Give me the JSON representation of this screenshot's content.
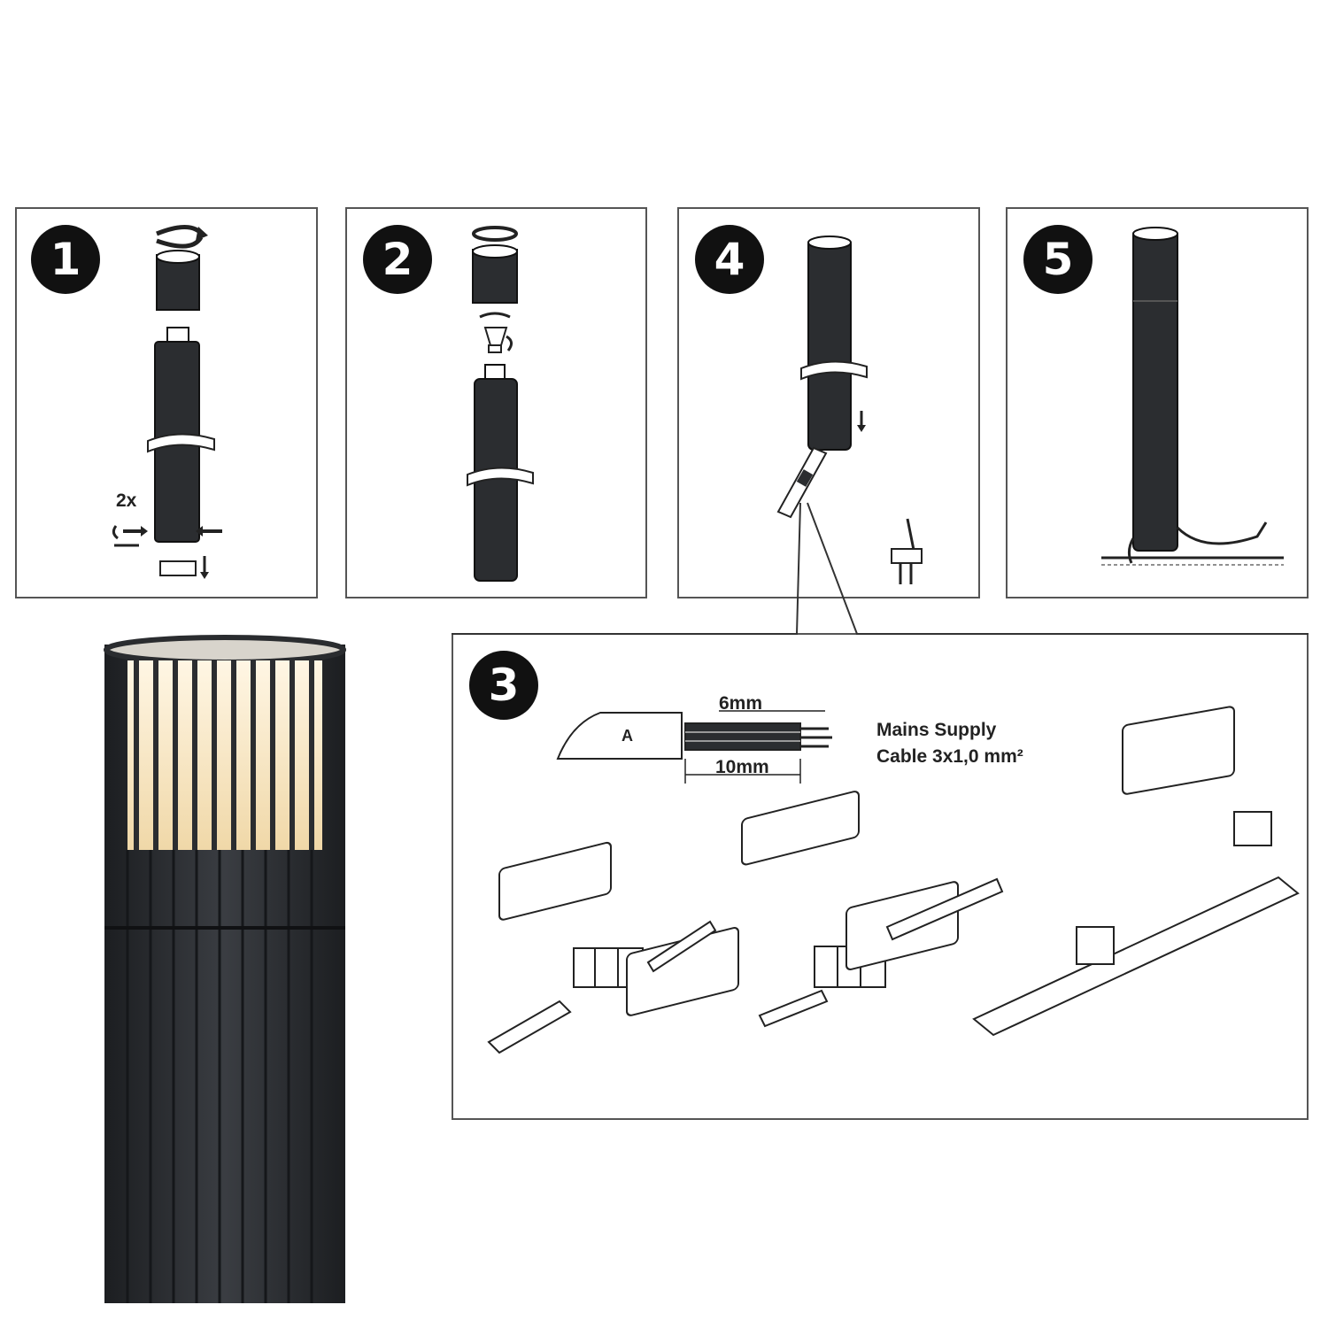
{
  "steps": {
    "s1": "1",
    "s2": "2",
    "s3": "3",
    "s4": "4",
    "s5": "5"
  },
  "step1": {
    "count_label": "2x"
  },
  "step3": {
    "strip_length_1": "6mm",
    "strip_length_2": "10mm",
    "blade_label": "A",
    "mains_line1": "Mains Supply",
    "mains_line2": "Cable 3x1,0 mm²"
  },
  "colors": {
    "post": "#2b2d30",
    "glow": "#f6e3bd",
    "outline": "#222222"
  }
}
